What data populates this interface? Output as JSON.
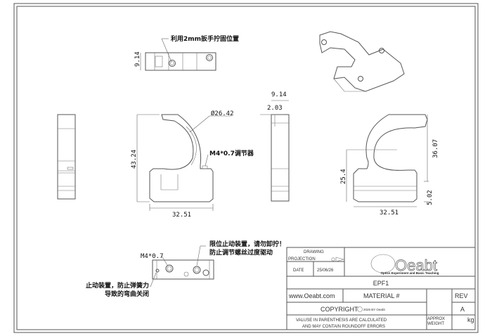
{
  "drawing": {
    "part_name": "EPF1",
    "notes": {
      "wrench_position": "利用2mm扳手拧固位置",
      "adjuster": "M4*0.7调节器",
      "thread_label": "M4*0.7",
      "limit_stop_line1": "限位止动装置，请勿卸拧！",
      "limit_stop_line2": "防止调节螺丝过度驱动",
      "stop_device_line1": "止动装置，防止弹簧力",
      "stop_device_line2": "导致的弯曲关闭"
    },
    "dimensions": {
      "top_thickness": "9.14",
      "diameter": "Ø26.42",
      "height": "43.24",
      "width_front": "32.51",
      "side_thickness": "9.14",
      "side_step": "2.03",
      "right_height": "36.07",
      "right_center": "25.4",
      "right_offset": "5.02",
      "width_right": "32.51"
    }
  },
  "title_block": {
    "drawing_label": "DRAWING",
    "projection_label": "PROJECTION",
    "date_label": "DATE",
    "date_value": "25/06/26",
    "logo_text": "Oeabt",
    "logo_subtitle": "Optics Experiment and Basic Teaching",
    "part_number": "EPF1",
    "website": "www.Oeabt.com",
    "material_label": "MATERIAL #",
    "rev_label": "REV",
    "rev_value": "A",
    "copyright": "COPYRIGHT",
    "copyright_small": "2025 BY Oeabt",
    "disclaimer_line1": "VALUSE IN PARENTHESIS ARE CALCULATED",
    "disclaimer_line2": "AND MAY CONTAIN ROUNDOFF ERRORS",
    "approx_label": "APPROX",
    "weight_label": "WEIGHT",
    "weight_unit": "kg"
  }
}
